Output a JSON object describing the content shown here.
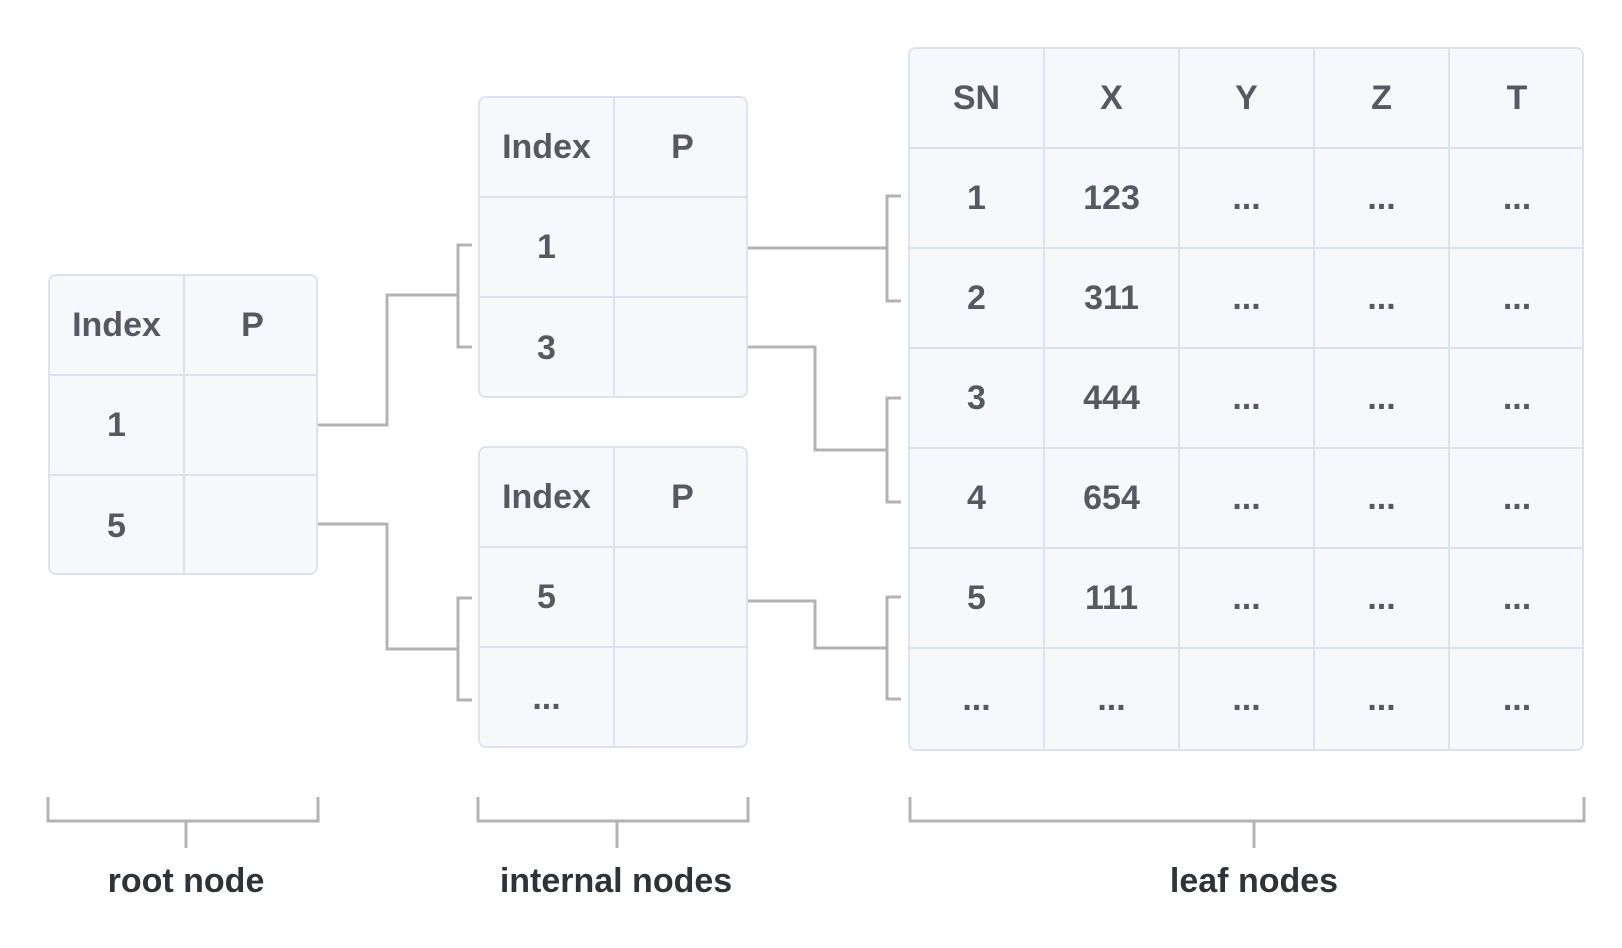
{
  "root": {
    "headers": [
      "Index",
      "P"
    ],
    "rows": [
      [
        "1",
        ""
      ],
      [
        "5",
        ""
      ]
    ]
  },
  "internal": [
    {
      "headers": [
        "Index",
        "P"
      ],
      "rows": [
        [
          "1",
          ""
        ],
        [
          "3",
          ""
        ]
      ]
    },
    {
      "headers": [
        "Index",
        "P"
      ],
      "rows": [
        [
          "5",
          ""
        ],
        [
          "...",
          ""
        ]
      ]
    }
  ],
  "leaf": {
    "headers": [
      "SN",
      "X",
      "Y",
      "Z",
      "T"
    ],
    "rows": [
      [
        "1",
        "123",
        "...",
        "...",
        "..."
      ],
      [
        "2",
        "311",
        "...",
        "...",
        "..."
      ],
      [
        "3",
        "444",
        "...",
        "...",
        "..."
      ],
      [
        "4",
        "654",
        "...",
        "...",
        "..."
      ],
      [
        "5",
        "111",
        "...",
        "...",
        "..."
      ],
      [
        "...",
        "...",
        "...",
        "...",
        "..."
      ]
    ]
  },
  "labels": {
    "root": "root node",
    "internal": "internal nodes",
    "leaf": "leaf nodes"
  },
  "colors": {
    "connector": "#b3b3b3",
    "table_border": "#dde3ee",
    "table_fill": "#f7f8fc",
    "cell_text": "#555a60",
    "label_text": "#2f3338"
  }
}
